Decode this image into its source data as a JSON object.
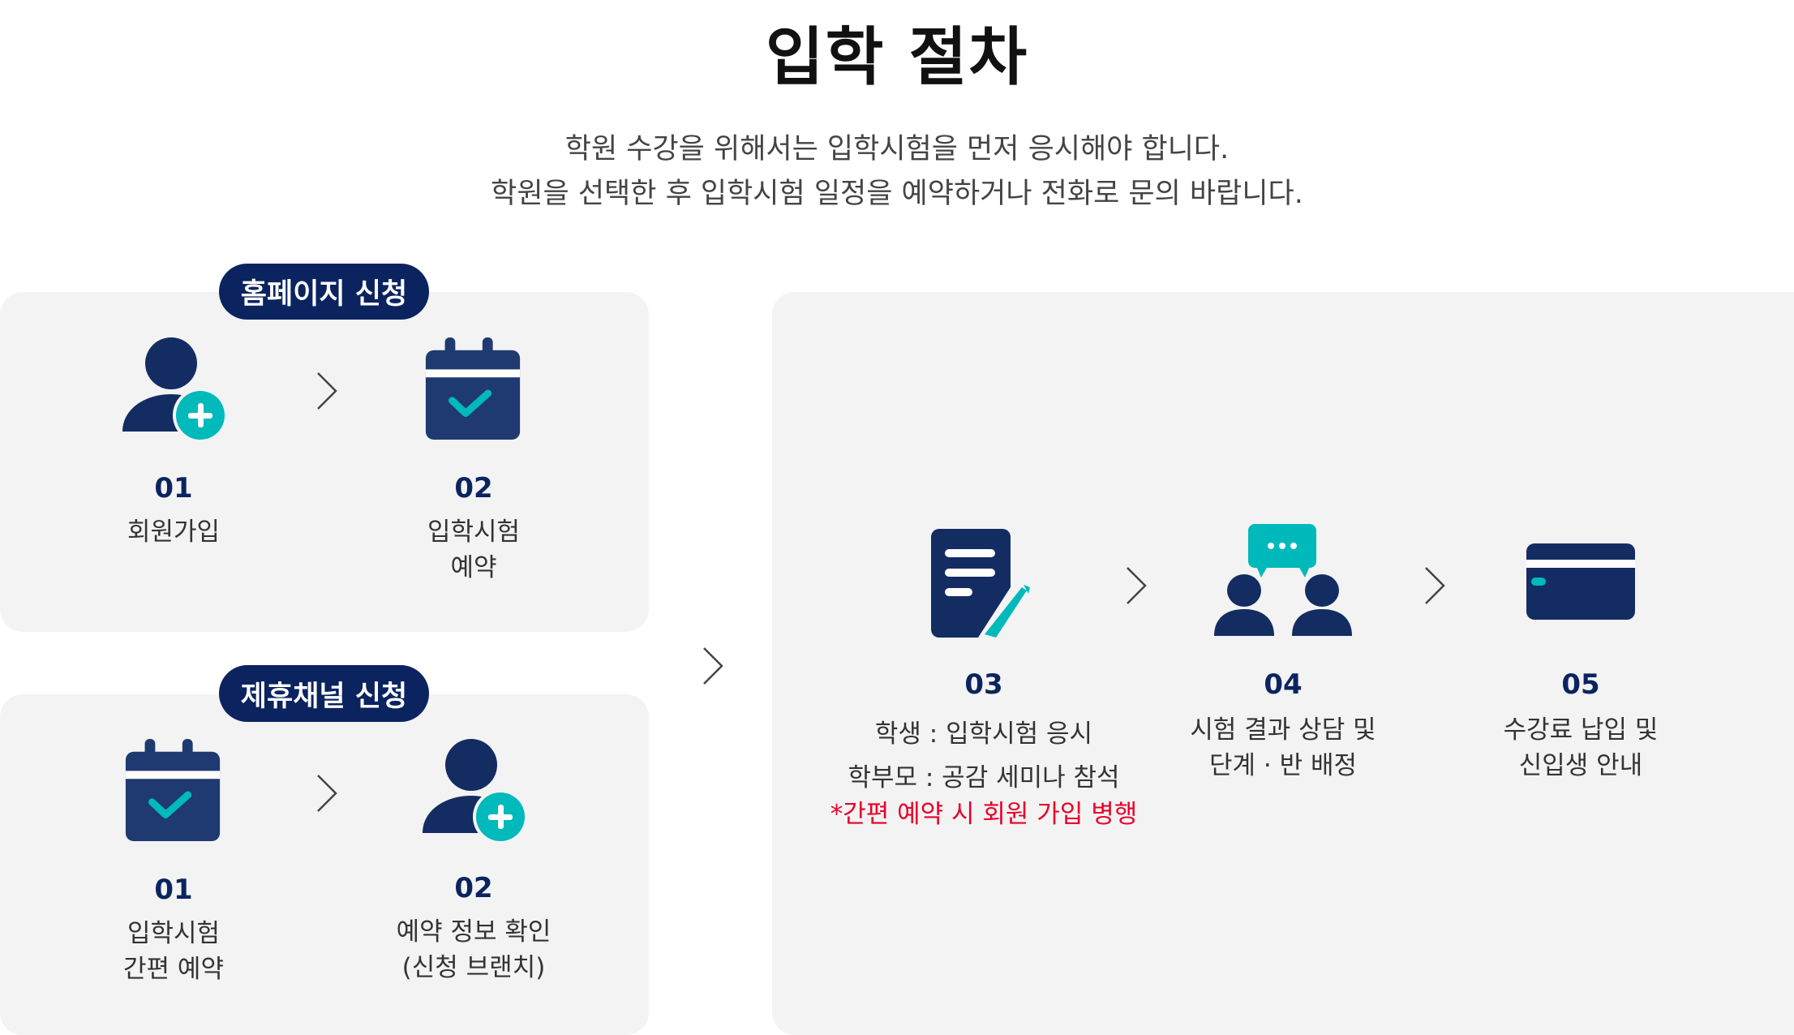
{
  "title": "입학 절차",
  "subtitle": [
    "학원 수강을 위해서는 입학시험을 먼저 응시해야 합니다.",
    "학원을 선택한 후 입학시험 일정을 예약하거나 전화로 문의 바랍니다."
  ],
  "homepage": {
    "badge": "홈페이지 신청",
    "steps": [
      {
        "num": "01",
        "lines": [
          "회원가입"
        ],
        "icon": "user-add-icon"
      },
      {
        "num": "02",
        "lines": [
          "입학시험",
          "예약"
        ],
        "icon": "calendar-check-icon"
      }
    ]
  },
  "partner": {
    "badge": "제휴채널 신청",
    "steps": [
      {
        "num": "01",
        "lines": [
          "입학시험",
          "간편 예약"
        ],
        "icon": "calendar-check-icon"
      },
      {
        "num": "02",
        "lines": [
          "예약 정보 확인",
          "(신청 브랜치)"
        ],
        "icon": "user-add-icon"
      }
    ]
  },
  "common": {
    "steps": [
      {
        "num": "03",
        "lines": [
          "학생 : 입학시험 응시",
          "학부모 : 공감 세미나 참석"
        ],
        "note": "*간편 예약 시 회원 가입 병행",
        "icon": "document-pen-icon"
      },
      {
        "num": "04",
        "lines": [
          "시험 결과 상담 및",
          "단계 · 반 배정"
        ],
        "icon": "consultation-icon"
      },
      {
        "num": "05",
        "lines": [
          "수강료 납입 및",
          "신입생 안내"
        ],
        "icon": "credit-card-icon"
      }
    ]
  },
  "colors": {
    "navy": "#0b2460",
    "teal": "#00b9bb",
    "note": "#e8002a",
    "panel": "#f3f3f3"
  }
}
